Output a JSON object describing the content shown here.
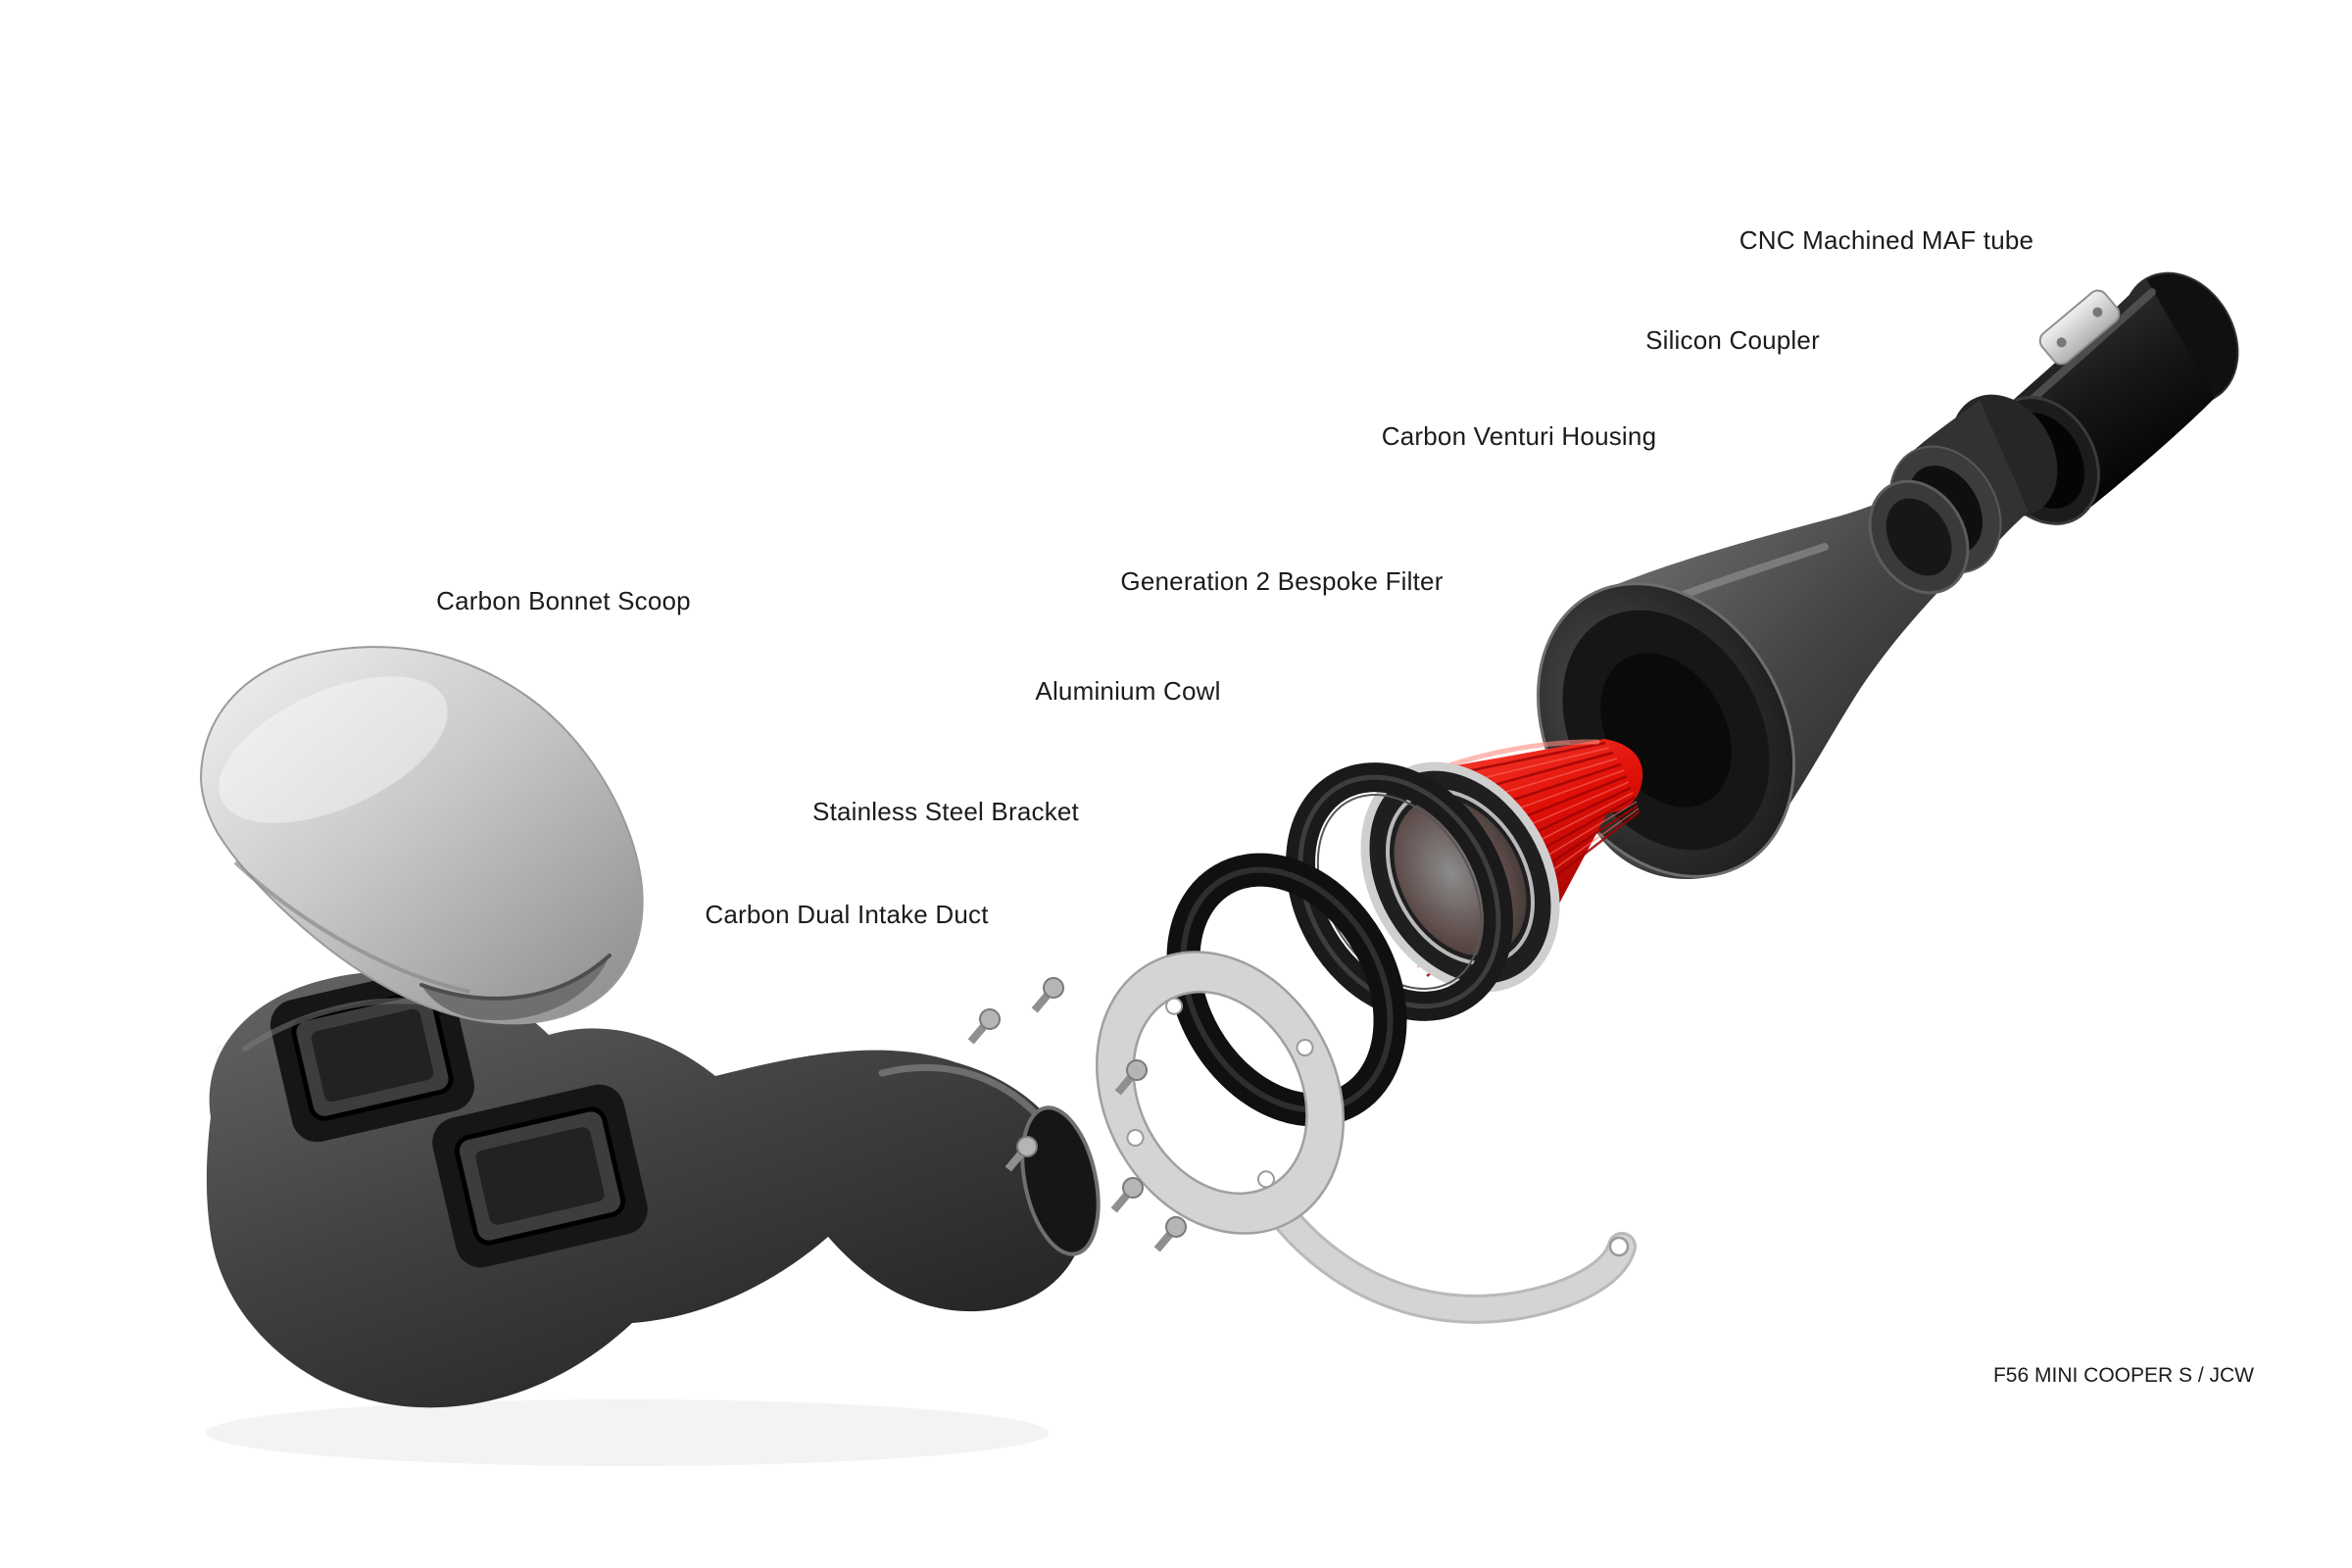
{
  "diagram": {
    "caption": "F56 MINI COOPER S / JCW",
    "parts": [
      {
        "id": "cnc-machined-maf-tube",
        "label": "CNC Machined MAF tube"
      },
      {
        "id": "silicon-coupler",
        "label": "Silicon Coupler"
      },
      {
        "id": "carbon-venturi-housing",
        "label": "Carbon Venturi Housing"
      },
      {
        "id": "generation-2-bespoke-filter",
        "label": "Generation 2 Bespoke Filter"
      },
      {
        "id": "aluminium-cowl",
        "label": "Aluminium Cowl"
      },
      {
        "id": "stainless-steel-bracket",
        "label": "Stainless Steel Bracket"
      },
      {
        "id": "carbon-dual-intake-duct",
        "label": "Carbon Dual Intake Duct"
      },
      {
        "id": "carbon-bonnet-scoop",
        "label": "Carbon Bonnet Scoop"
      }
    ],
    "colors": {
      "background": "#ffffff",
      "filter_red": "#e01008",
      "carbon_gray": "#404040",
      "silver": "#c9c9c9",
      "rubber_black": "#101010",
      "text": "#1b1b1b"
    }
  }
}
